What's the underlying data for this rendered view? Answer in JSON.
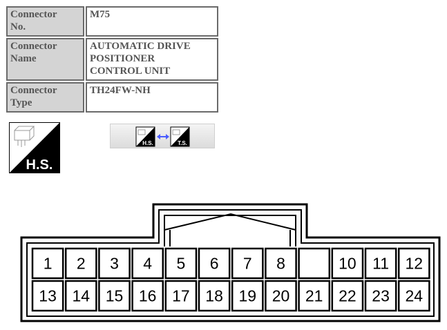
{
  "info_table": {
    "rows": [
      {
        "label": [
          "Connector",
          "No."
        ],
        "value": [
          "M75"
        ]
      },
      {
        "label": [
          "Connector",
          "Name"
        ],
        "value": [
          "AUTOMATIC DRIVE",
          "POSITIONER",
          "CONTROL UNIT"
        ]
      },
      {
        "label": [
          "Connector",
          "Type"
        ],
        "value": [
          "TH24FW-NH"
        ]
      }
    ]
  },
  "view_icon": {
    "label": "H.S.",
    "icon": "harness-side-icon"
  },
  "toggle": {
    "from_label": "H.S.",
    "to_label": "T.S.",
    "icon": "swap-arrow-icon",
    "arrow_color": "#4a5cff"
  },
  "connector": {
    "top_row": [
      "1",
      "2",
      "3",
      "4",
      "5",
      "6",
      "7",
      "8",
      "",
      "10",
      "11",
      "12"
    ],
    "bottom_row": [
      "13",
      "14",
      "15",
      "16",
      "17",
      "18",
      "19",
      "20",
      "21",
      "22",
      "23",
      "24"
    ]
  }
}
